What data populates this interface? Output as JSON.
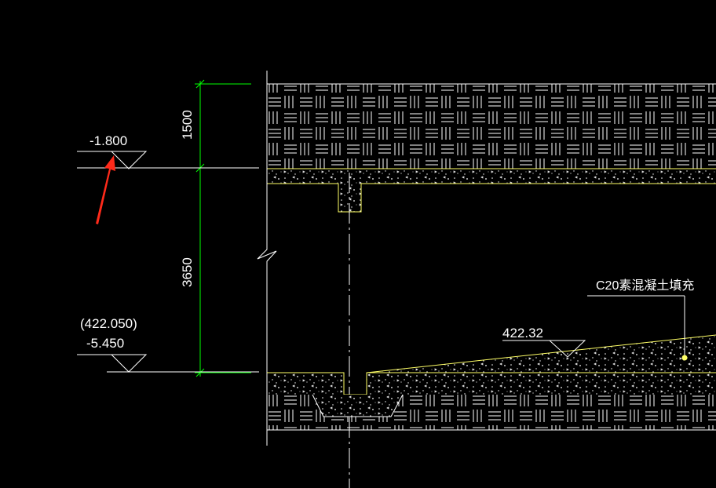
{
  "drawing": {
    "elevations": {
      "upper": "-1.800",
      "lower_paren": "(422.050)",
      "lower": "-5.450",
      "slope": "422.32"
    },
    "dimensions": {
      "top": "1500",
      "middle": "3650"
    },
    "annotation": {
      "fill_label": "C20素混凝土填充"
    },
    "colors": {
      "background": "#000000",
      "dimension_line": "#00ff00",
      "concrete_edge": "#ffff66",
      "lines": "#ffffff",
      "arrow": "#ff2a1a"
    }
  }
}
